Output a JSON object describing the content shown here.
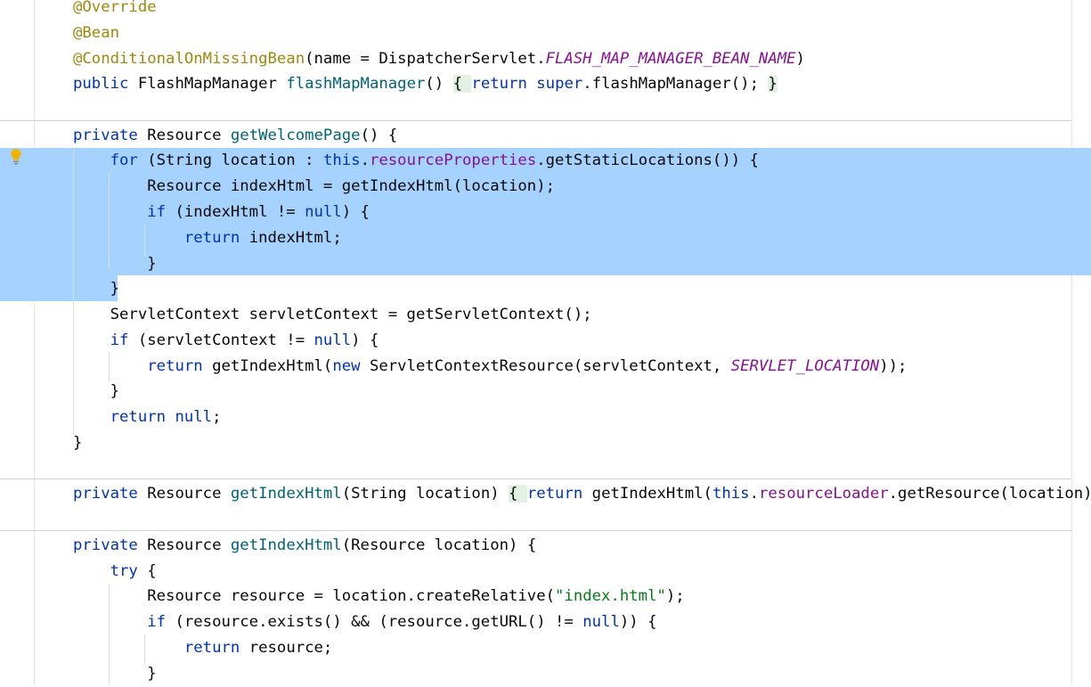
{
  "editor": {
    "language": "Java",
    "lines": [
      [
        {
          "t": "@Override",
          "c": "ann"
        }
      ],
      [
        {
          "t": "@Bean",
          "c": "ann"
        }
      ],
      [
        {
          "t": "@ConditionalOnMissingBean",
          "c": "ann"
        },
        {
          "t": "(name = DispatcherServlet."
        },
        {
          "t": "FLASH_MAP_MANAGER_BEAN_NAME",
          "c": "const"
        },
        {
          "t": ")"
        }
      ],
      [
        {
          "t": "public",
          "c": "kw"
        },
        {
          "t": " FlashMapManager "
        },
        {
          "t": "flashMapManager",
          "c": "fn"
        },
        {
          "t": "() "
        },
        {
          "t": "{ ",
          "c": "fold"
        },
        {
          "t": "return",
          "c": "kw"
        },
        {
          "t": " "
        },
        {
          "t": "super",
          "c": "kw"
        },
        {
          "t": ".flashMapManager(); "
        },
        {
          "t": "}",
          "c": "fold"
        }
      ],
      [
        {
          "t": "private",
          "c": "kw"
        },
        {
          "t": " Resource "
        },
        {
          "t": "getWelcomePage",
          "c": "fn"
        },
        {
          "t": "() {"
        }
      ],
      [
        {
          "t": "    "
        },
        {
          "t": "for",
          "c": "kw"
        },
        {
          "t": " (String location : "
        },
        {
          "t": "this",
          "c": "kw"
        },
        {
          "t": "."
        },
        {
          "t": "resourceProperties",
          "c": "field"
        },
        {
          "t": ".getStaticLocations()) {"
        }
      ],
      [
        {
          "t": "        Resource indexHtml = getIndexHtml(location);"
        }
      ],
      [
        {
          "t": "        "
        },
        {
          "t": "if",
          "c": "kw"
        },
        {
          "t": " (indexHtml != "
        },
        {
          "t": "null",
          "c": "kw"
        },
        {
          "t": ") {"
        }
      ],
      [
        {
          "t": "            "
        },
        {
          "t": "return",
          "c": "kw"
        },
        {
          "t": " indexHtml;"
        }
      ],
      [
        {
          "t": "        }"
        }
      ],
      [
        {
          "t": "    }"
        }
      ],
      [
        {
          "t": "    ServletContext servletContext = getServletContext();"
        }
      ],
      [
        {
          "t": "    "
        },
        {
          "t": "if",
          "c": "kw"
        },
        {
          "t": " (servletContext != "
        },
        {
          "t": "null",
          "c": "kw"
        },
        {
          "t": ") {"
        }
      ],
      [
        {
          "t": "        "
        },
        {
          "t": "return",
          "c": "kw"
        },
        {
          "t": " getIndexHtml("
        },
        {
          "t": "new",
          "c": "kw"
        },
        {
          "t": " ServletContextResource(servletContext, "
        },
        {
          "t": "SERVLET_LOCATION",
          "c": "const"
        },
        {
          "t": "));"
        }
      ],
      [
        {
          "t": "    }"
        }
      ],
      [
        {
          "t": "    "
        },
        {
          "t": "return",
          "c": "kw"
        },
        {
          "t": " "
        },
        {
          "t": "null",
          "c": "kw"
        },
        {
          "t": ";"
        }
      ],
      [
        {
          "t": "}"
        }
      ],
      [
        {
          "t": "private",
          "c": "kw"
        },
        {
          "t": " Resource "
        },
        {
          "t": "getIndexHtml",
          "c": "fn"
        },
        {
          "t": "(String location) "
        },
        {
          "t": "{ ",
          "c": "fold"
        },
        {
          "t": "return",
          "c": "kw"
        },
        {
          "t": " getIndexHtml("
        },
        {
          "t": "this",
          "c": "kw"
        },
        {
          "t": "."
        },
        {
          "t": "resourceLoader",
          "c": "field"
        },
        {
          "t": ".getResource(location)); "
        },
        {
          "t": "}",
          "c": "fold"
        }
      ],
      [
        {
          "t": "private",
          "c": "kw"
        },
        {
          "t": " Resource "
        },
        {
          "t": "getIndexHtml",
          "c": "fn"
        },
        {
          "t": "(Resource location) {"
        }
      ],
      [
        {
          "t": "    "
        },
        {
          "t": "try",
          "c": "kw"
        },
        {
          "t": " {"
        }
      ],
      [
        {
          "t": "        Resource resource = location.createRelative("
        },
        {
          "t": "\"index.html\"",
          "c": "str"
        },
        {
          "t": ");"
        }
      ],
      [
        {
          "t": "        "
        },
        {
          "t": "if",
          "c": "kw"
        },
        {
          "t": " (resource.exists() && (resource.getURL() != "
        },
        {
          "t": "null",
          "c": "kw"
        },
        {
          "t": ")) {"
        }
      ],
      [
        {
          "t": "            "
        },
        {
          "t": "return",
          "c": "kw"
        },
        {
          "t": " resource;"
        }
      ],
      [
        {
          "t": "        }"
        }
      ]
    ]
  },
  "intention_bulb": {
    "icon": "lightbulb-icon",
    "color": "#f0b400"
  },
  "colors": {
    "selection": "#a6d2ff",
    "keyword": "#0033b3",
    "annotation": "#9e880d",
    "method": "#00627a",
    "constant": "#871094",
    "string": "#067d17"
  }
}
